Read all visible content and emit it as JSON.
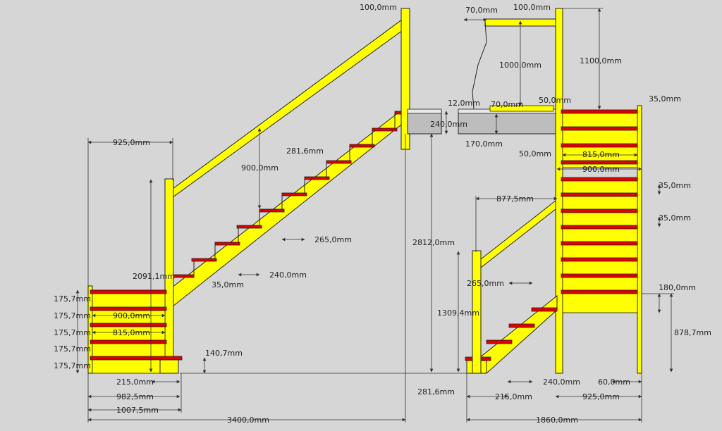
{
  "colors": {
    "background": "#d6d6d6",
    "wood": "#ffff00",
    "tread": "#e00000",
    "outline": "#222222",
    "slab": "#bdbdbd",
    "dimension": "#333333"
  },
  "dimensions": {
    "d100a": "100,0mm",
    "d70a": "70,0mm",
    "d100b": "100,0mm",
    "d1000": "1000,0mm",
    "d1100": "1100,0mm",
    "d12": "12,0mm",
    "d70b": "70,0mm",
    "d50a": "50,0mm",
    "d35a": "35,0mm",
    "d240": "240,0mm",
    "d170": "170,0mm",
    "d50b": "50,0mm",
    "d815a": "815,0mm",
    "d900a": "900,0mm",
    "d925a": "925,0mm",
    "d281a": "281,6mm",
    "d900b": "900,0mm",
    "d265a": "265,0mm",
    "d240a": "240,0mm",
    "d2091": "2091,1mm",
    "d35b": "35,0mm",
    "d2812": "2812,0mm",
    "d8775": "877,5mm",
    "d35c": "35,0mm",
    "d35d": "35,0mm",
    "r1": "175,7mm",
    "r2": "175,7mm",
    "r3": "175,7mm",
    "r4": "175,7mm",
    "r5": "175,7mm",
    "d900c": "900,0mm",
    "d815b": "815,0mm",
    "d1407": "140,7mm",
    "d215a": "215,0mm",
    "d9825": "982,5mm",
    "d10075": "1007,5mm",
    "d3400": "3400,0mm",
    "d265b": "265,0mm",
    "d13094": "1309,4mm",
    "d180": "180,0mm",
    "d8787": "878,7mm",
    "d240b": "240,0mm",
    "d60": "60,0mm",
    "d2816b": "281,6mm",
    "d215b": "215,0mm",
    "d925b": "925,0mm",
    "d1860": "1860,0mm"
  }
}
